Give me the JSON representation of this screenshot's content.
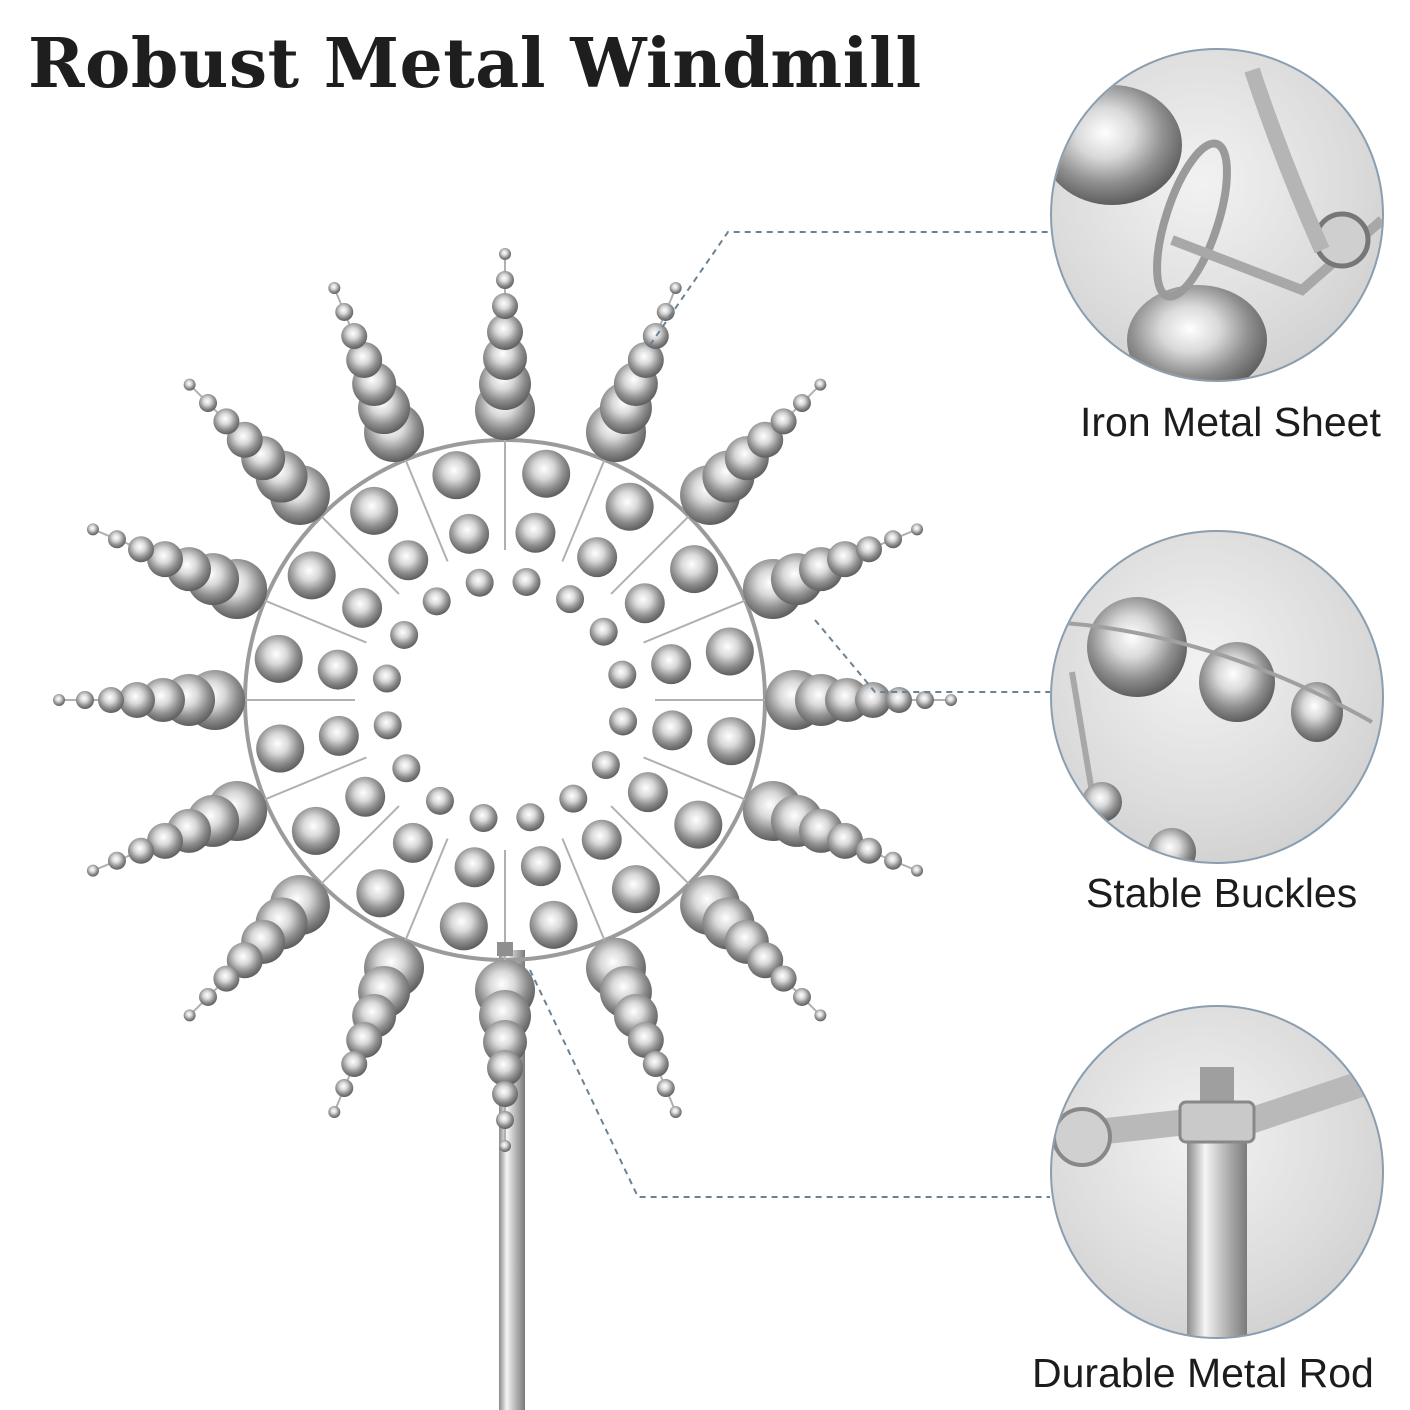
{
  "title": "Robust Metal Windmill",
  "features": [
    {
      "caption": "Iron Metal Sheet"
    },
    {
      "caption": "Stable Buckles"
    },
    {
      "caption": "Durable Metal Rod"
    }
  ],
  "colors": {
    "text": "#1e1e1e",
    "leader_line": "#6b8294",
    "metal_light": "#f4f4f4",
    "metal_dark": "#8c8c8c"
  }
}
